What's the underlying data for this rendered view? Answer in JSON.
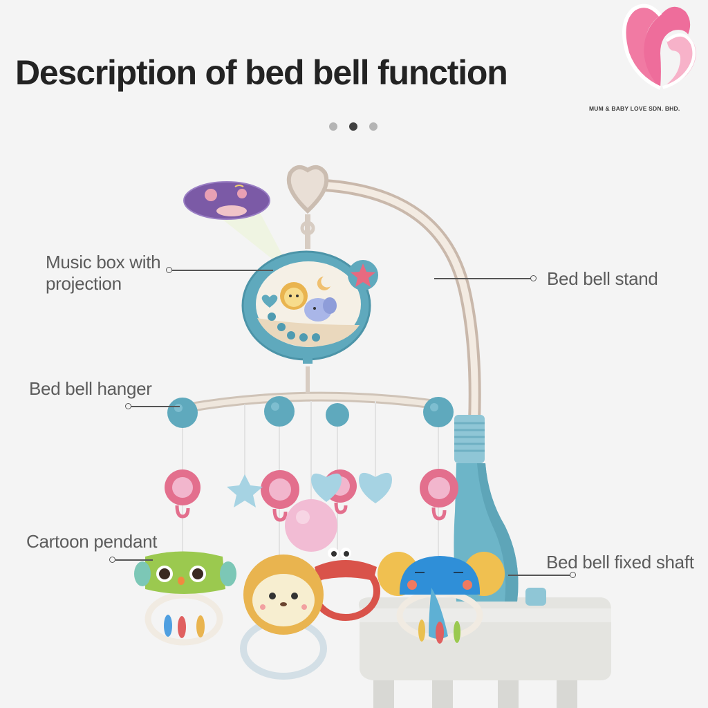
{
  "header": {
    "title": "Description of bed bell function",
    "carousel": {
      "total": 3,
      "active_index": 1
    }
  },
  "brand": {
    "name": "MUM & BABY LOVE SDN. BHD.",
    "logo_icon": "pink-heart-logo",
    "colors": {
      "primary": "#f17aa3",
      "light": "#f7b2c9"
    }
  },
  "callouts": [
    {
      "id": "music-box",
      "lines": [
        "Music box with",
        "projection"
      ]
    },
    {
      "id": "stand",
      "lines": [
        "Bed bell stand"
      ]
    },
    {
      "id": "hanger",
      "lines": [
        "Bed bell hanger"
      ]
    },
    {
      "id": "pendant",
      "lines": [
        "Cartoon pendant"
      ]
    },
    {
      "id": "shaft",
      "lines": [
        "Bed bell fixed shaft"
      ]
    }
  ],
  "colors": {
    "teal": "#5fa9bd",
    "teal_dark": "#3f8ea4",
    "cream": "#f1e9e0",
    "pink": "#e36f8d",
    "light_pink": "#f2b6cd",
    "light_blue": "#a6d3e3",
    "rail": "#dcdcd8"
  }
}
